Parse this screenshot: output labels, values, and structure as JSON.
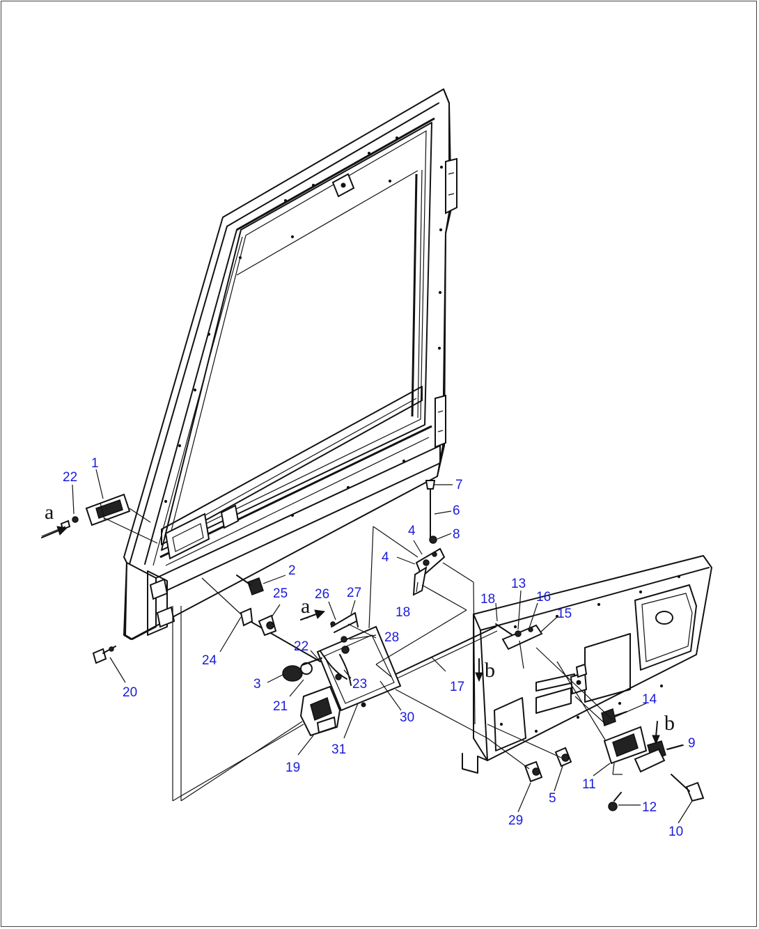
{
  "diagram": {
    "callouts": [
      {
        "id": "c1",
        "text": "1"
      },
      {
        "id": "c22a",
        "text": "22"
      },
      {
        "id": "c2",
        "text": "2"
      },
      {
        "id": "c25",
        "text": "25"
      },
      {
        "id": "c26",
        "text": "26"
      },
      {
        "id": "c27",
        "text": "27"
      },
      {
        "id": "c28",
        "text": "28"
      },
      {
        "id": "c24",
        "text": "24"
      },
      {
        "id": "c20",
        "text": "20"
      },
      {
        "id": "c22b",
        "text": "22"
      },
      {
        "id": "c23",
        "text": "23"
      },
      {
        "id": "c3",
        "text": "3"
      },
      {
        "id": "c21",
        "text": "21"
      },
      {
        "id": "c19",
        "text": "19"
      },
      {
        "id": "c31",
        "text": "31"
      },
      {
        "id": "c30",
        "text": "30"
      },
      {
        "id": "c7",
        "text": "7"
      },
      {
        "id": "c6",
        "text": "6"
      },
      {
        "id": "c8",
        "text": "8"
      },
      {
        "id": "c4a",
        "text": "4"
      },
      {
        "id": "c4b",
        "text": "4"
      },
      {
        "id": "c18a",
        "text": "18"
      },
      {
        "id": "c17",
        "text": "17"
      },
      {
        "id": "c18b",
        "text": "18"
      },
      {
        "id": "c13",
        "text": "13"
      },
      {
        "id": "c16",
        "text": "16"
      },
      {
        "id": "c15",
        "text": "15"
      },
      {
        "id": "c14",
        "text": "14"
      },
      {
        "id": "c9",
        "text": "9"
      },
      {
        "id": "c11",
        "text": "11"
      },
      {
        "id": "c12",
        "text": "12"
      },
      {
        "id": "c10",
        "text": "10"
      },
      {
        "id": "c5",
        "text": "5"
      },
      {
        "id": "c29",
        "text": "29"
      }
    ],
    "view_letters": {
      "a_left": "a",
      "a_mid": "a",
      "b_mid": "b",
      "b_right": "b"
    },
    "colors": {
      "callout": "#1a1adb",
      "line": "#111111",
      "background": "#ffffff"
    }
  }
}
